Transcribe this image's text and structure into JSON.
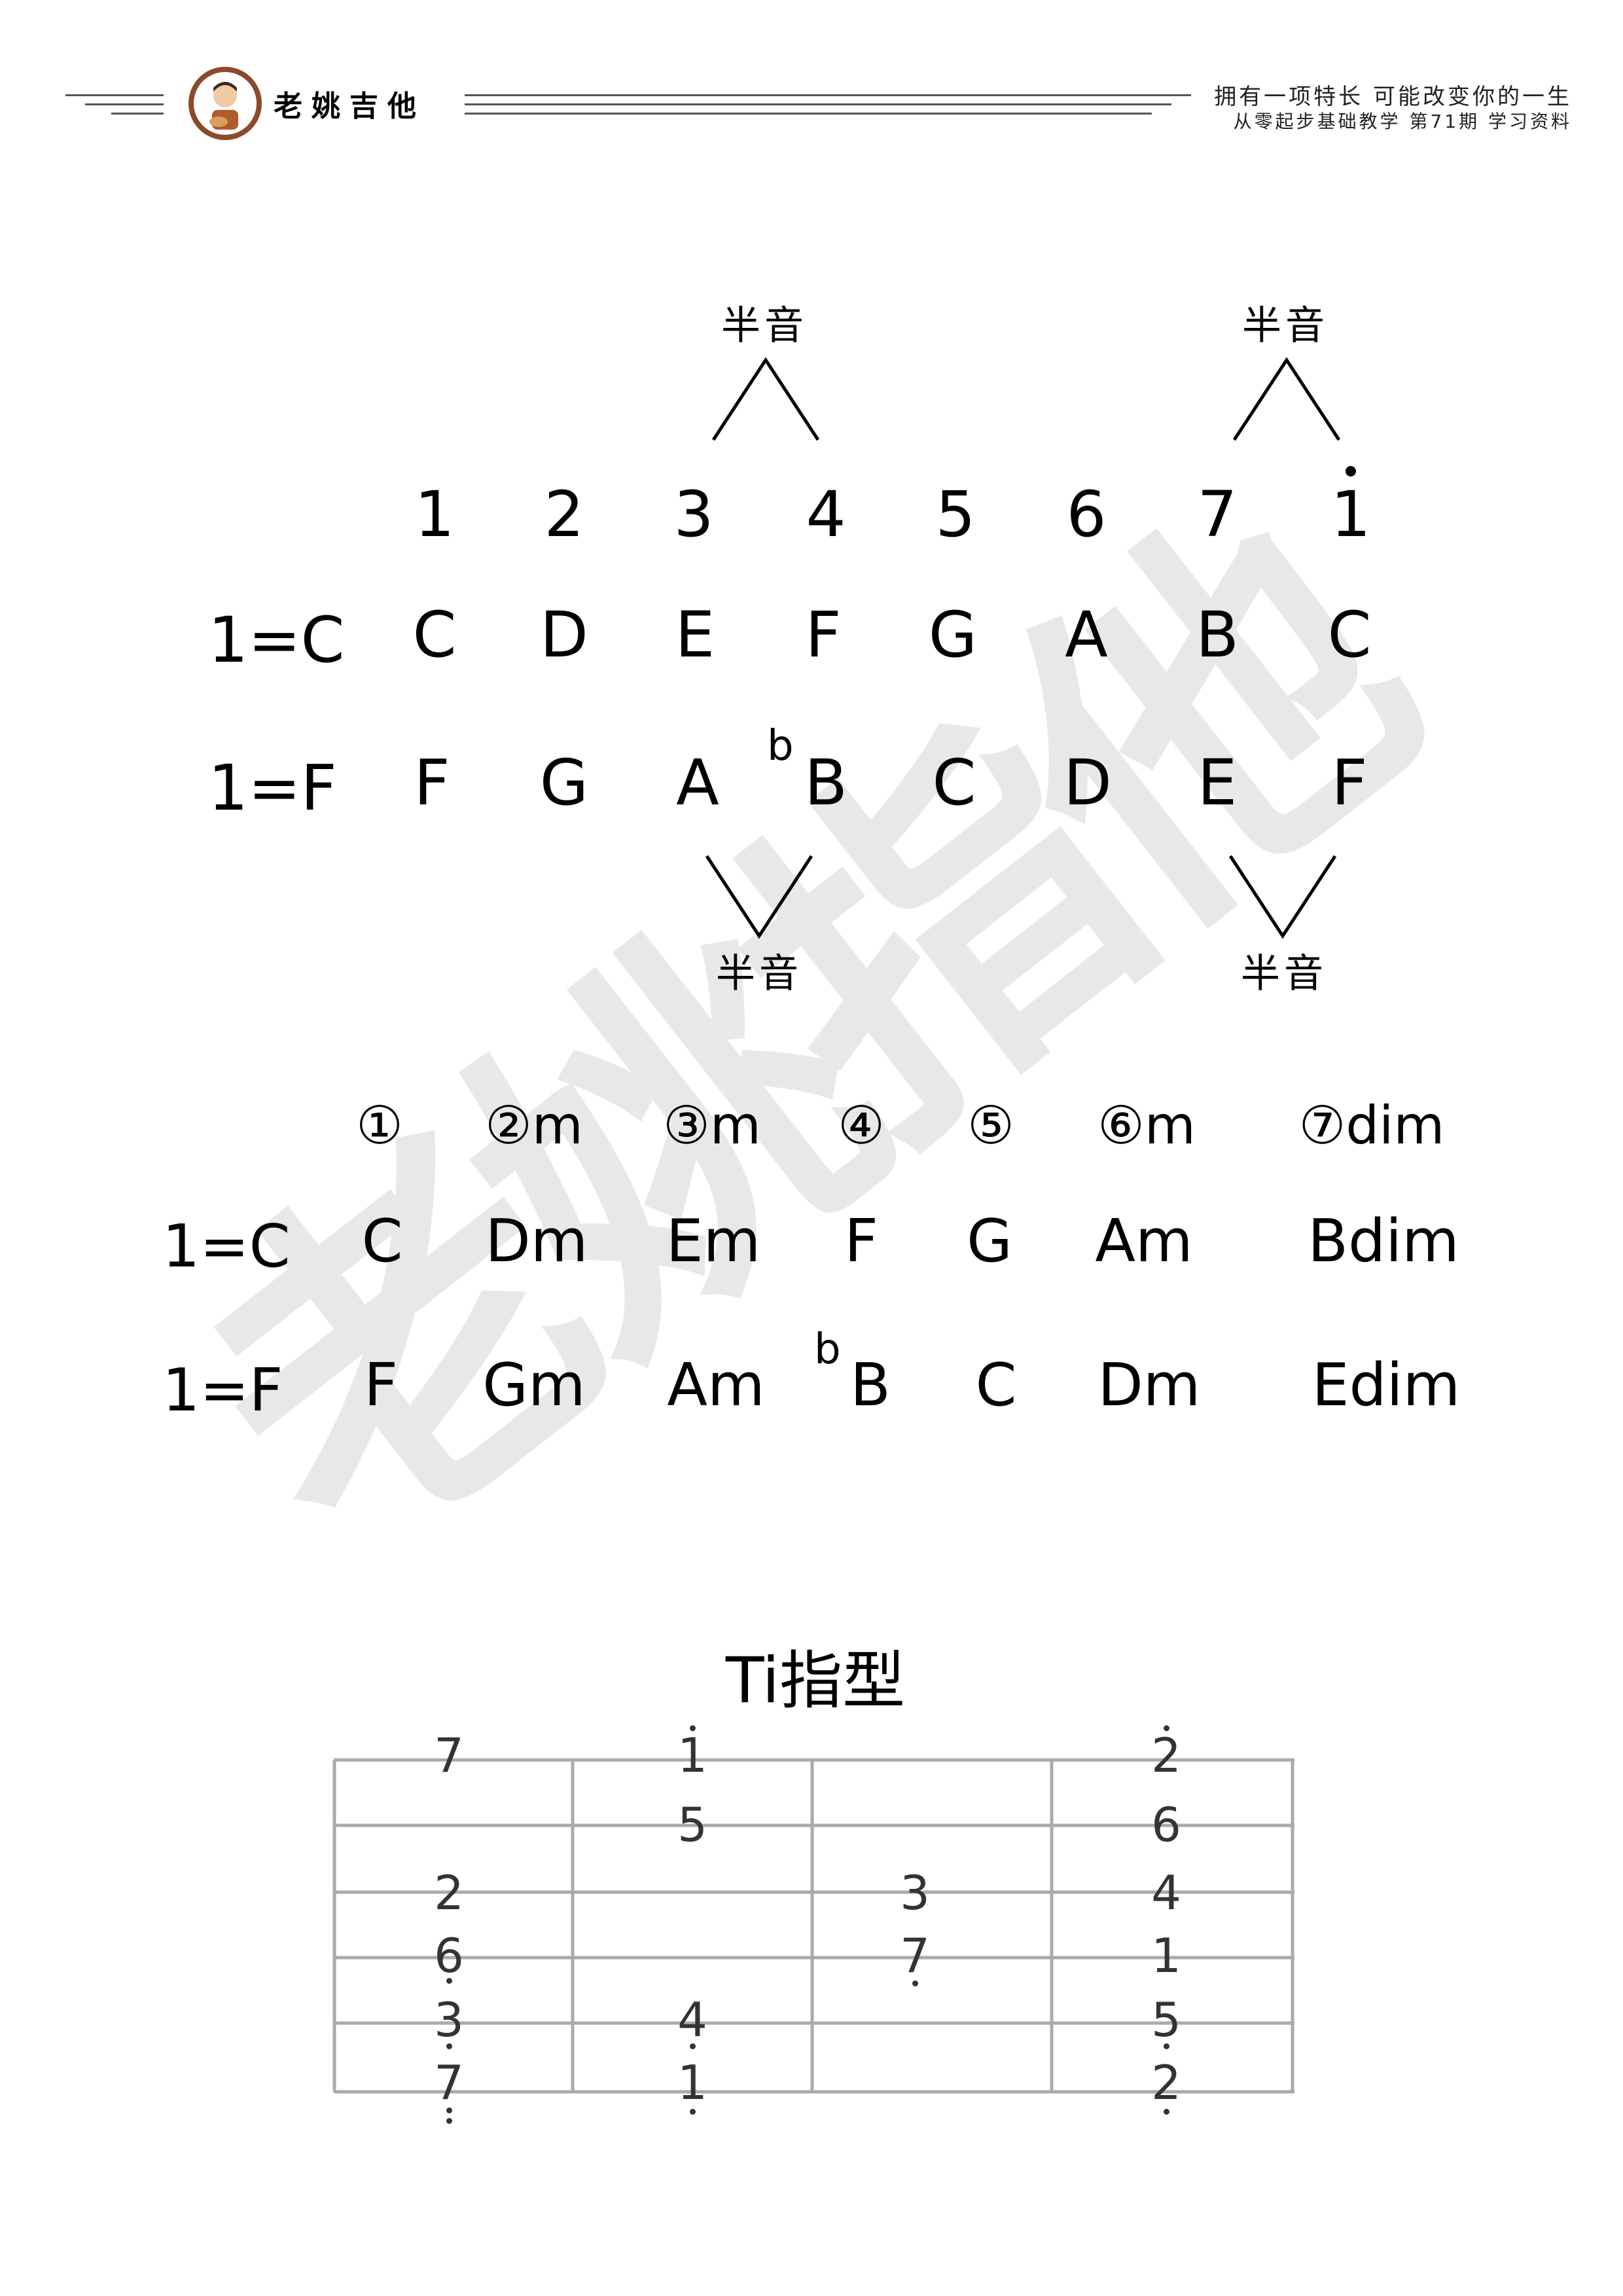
{
  "header": {
    "brand": "老姚吉他",
    "slogan": "拥有一项特长  可能改变你的一生",
    "subtitle": "从零起步基础教学  第71期  学习资料"
  },
  "watermark": "老姚指他",
  "scale": {
    "half_label": "半音",
    "numbers": [
      "1",
      "2",
      "3",
      "4",
      "5",
      "6",
      "7",
      "1"
    ],
    "rows": [
      {
        "key": "1=C",
        "notes": [
          "C",
          "D",
          "E",
          "F",
          "G",
          "A",
          "B",
          "C"
        ]
      },
      {
        "key": "1=F",
        "notes": [
          "F",
          "G",
          "A",
          "B",
          "C",
          "D",
          "E",
          "F"
        ],
        "flat": "b"
      }
    ]
  },
  "chords": {
    "degrees": [
      "①",
      "②m",
      "③m",
      "④",
      "⑤",
      "⑥m",
      "⑦dim"
    ],
    "rows": [
      {
        "key": "1=C",
        "chords": [
          "C",
          "Dm",
          "Em",
          "F",
          "G",
          "Am",
          "Bdim"
        ]
      },
      {
        "key": "1=F",
        "chords": [
          "F",
          "Gm",
          "Am",
          "B",
          "C",
          "Dm",
          "Edim"
        ],
        "flat": "b"
      }
    ]
  },
  "tab": {
    "title": "Ti指型",
    "cells": [
      [
        "7",
        "2",
        "6",
        "3",
        "7"
      ],
      [
        "1",
        "5",
        "4",
        "1"
      ],
      [
        "3",
        "7"
      ],
      [
        "2",
        "6",
        "4",
        "1",
        "5",
        "2"
      ]
    ]
  }
}
